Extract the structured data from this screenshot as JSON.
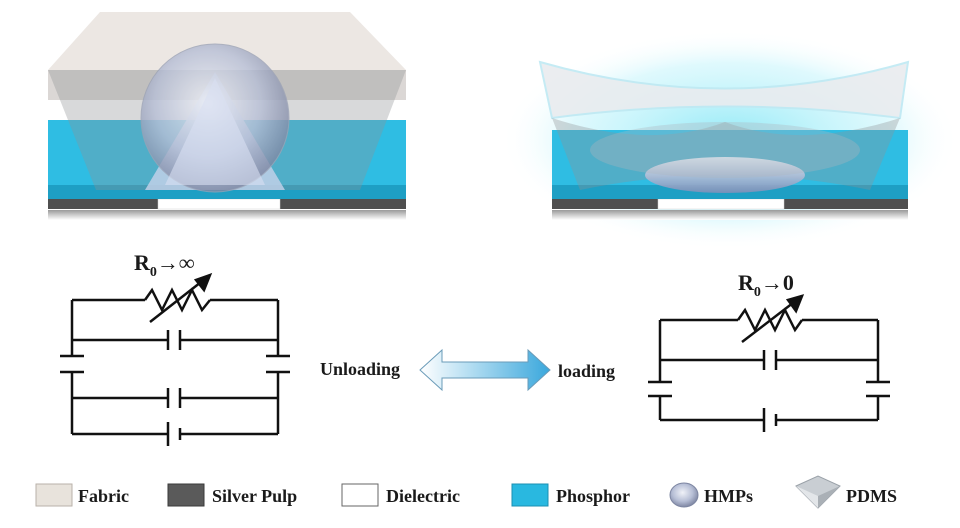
{
  "circuit_left": {
    "resistor_label": "R",
    "subscript": "0",
    "limit": "→∞"
  },
  "circuit_right": {
    "resistor_label": "R",
    "subscript": "0",
    "limit": "→0"
  },
  "transition": {
    "left_label": "Unloading",
    "right_label": "loading"
  },
  "legend": [
    {
      "label": "Fabric",
      "color": "#e8e3dc"
    },
    {
      "label": "Silver Pulp",
      "color": "#5a5a5a"
    },
    {
      "label": "Dielectric",
      "color": "#ffffff"
    },
    {
      "label": "Phosphor",
      "color": "#29b8e0"
    },
    {
      "label": "HMPs",
      "color": "#8fa4c8"
    },
    {
      "label": "PDMS",
      "color": "#c9ced3"
    }
  ],
  "colors": {
    "phosphor": "#2fbde3",
    "silver": "#4f4f4f",
    "glow": "#7fe6f5",
    "wire": "#111111"
  }
}
